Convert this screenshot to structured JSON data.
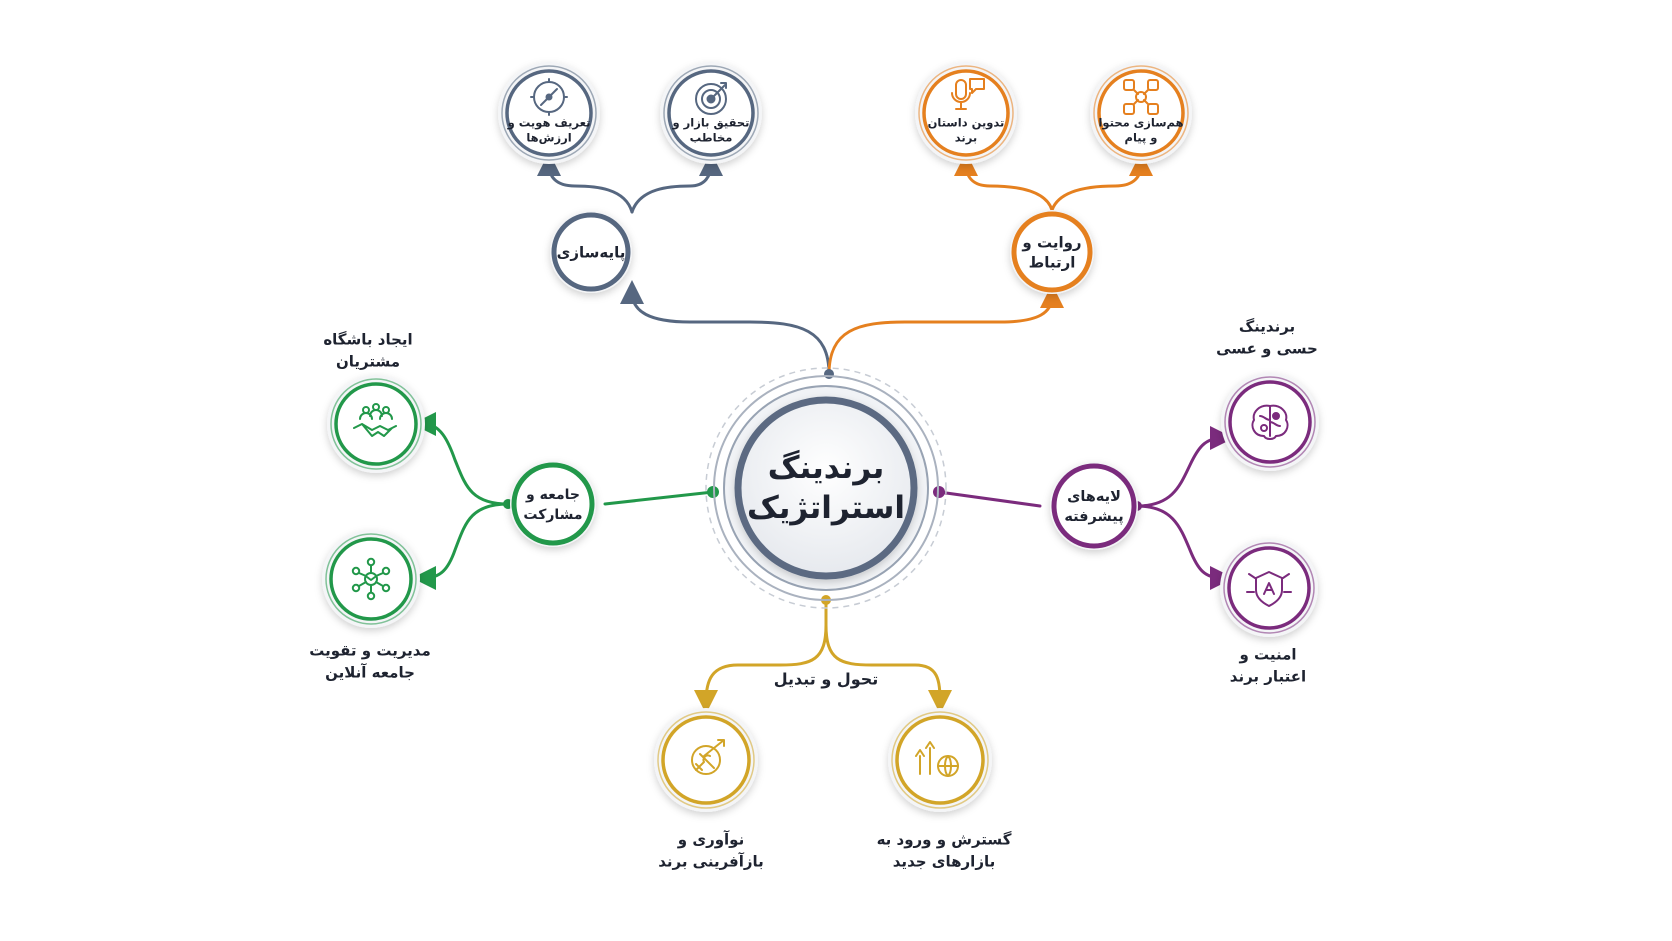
{
  "center": {
    "line1": "برندینگ",
    "line2": "استراتژیک",
    "ring_color": "#5b6b82"
  },
  "branches": {
    "foundation": {
      "color": "#566780",
      "hub": [
        "پایه‌سازی"
      ],
      "children": [
        {
          "lines": [
            "تعریف هویت و",
            "ارزش‌ها"
          ],
          "icon": "compass-icon"
        },
        {
          "lines": [
            "تحقیق بازار و",
            "مخاطب"
          ],
          "icon": "target-icon"
        }
      ]
    },
    "narrative": {
      "color": "#e5801f",
      "hub": [
        "روایت و",
        "ارتباط"
      ],
      "children": [
        {
          "lines": [
            "تدوین داستان",
            "برند"
          ],
          "icon": "microphone-icon"
        },
        {
          "lines": [
            "هم‌سازی محتوا",
            "و پیام"
          ],
          "icon": "network-icon"
        }
      ]
    },
    "community": {
      "color": "#22984a",
      "hub": [
        "جامعه و",
        "مشارکت"
      ],
      "children": [
        {
          "lines": [
            "ایجاد باشگاه",
            "مشتریان"
          ],
          "icon": "handshake-icon"
        },
        {
          "lines": [
            "مدیریت و تقویت",
            "جامعه آنلاین"
          ],
          "icon": "community-icon"
        }
      ]
    },
    "advanced": {
      "color": "#7b2b7d",
      "hub": [
        "لایه‌های",
        "پیشرفته"
      ],
      "children": [
        {
          "lines": [
            "برندینگ",
            "حسی و عسی"
          ],
          "icon": "brain-icon"
        },
        {
          "lines": [
            "امنیت و",
            "اعتبار برند"
          ],
          "icon": "shield-icon"
        }
      ]
    },
    "transformation": {
      "color": "#d2a528",
      "hub": [
        "تحول و تبدیل"
      ],
      "children": [
        {
          "lines": [
            "نوآوری و",
            "بازآفرینی برند"
          ],
          "icon": "innovation-icon"
        },
        {
          "lines": [
            "گسترش و ورود به",
            "بازارهای جدید"
          ],
          "icon": "growth-globe-icon"
        }
      ]
    }
  }
}
